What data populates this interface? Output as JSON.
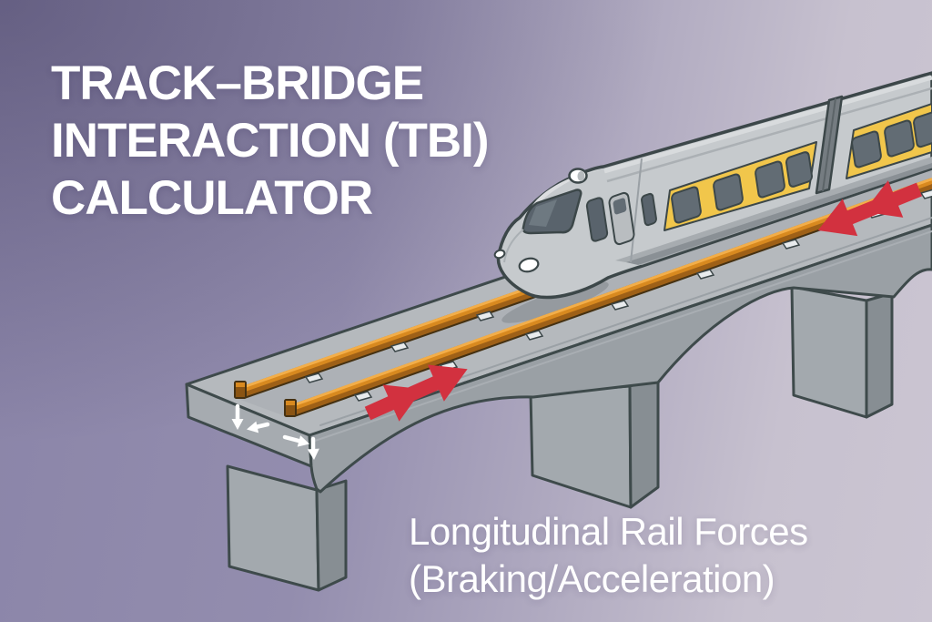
{
  "header": {
    "title_lines": [
      "TRACK–BRIDGE",
      "INTERACTION (TBI)",
      "CALCULATOR"
    ]
  },
  "caption": {
    "lines": [
      "Longitudinal Rail Forces",
      "(Braking/Acceleration)"
    ]
  },
  "colors": {
    "background_dark": "#6b6585",
    "background_light": "#c7c1cf",
    "accent_red": "#d2313f",
    "rail_orange": "#d8891f",
    "bridge_gray": "#9aa0a5",
    "deck_gray": "#b5b9bd",
    "train_body": "#c6cacd",
    "train_yellow": "#f1c64b",
    "outline": "#3c4749",
    "text": "#ffffff"
  },
  "illustration": {
    "icons": [
      "traction-force-arrow",
      "braking-force-arrow",
      "deck-displacement-arrows"
    ]
  }
}
